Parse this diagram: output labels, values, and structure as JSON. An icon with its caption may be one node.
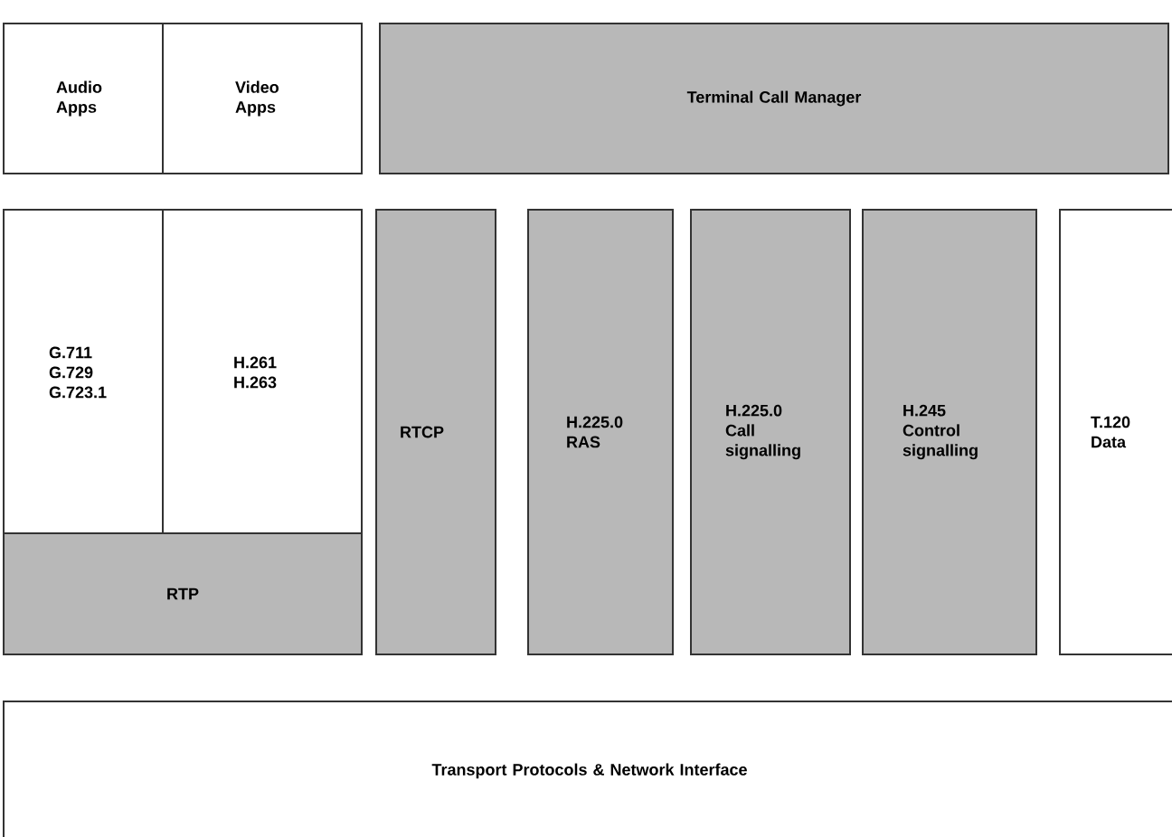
{
  "diagram": {
    "nodes": [
      {
        "text": [
          "Audio Apps"
        ]
      },
      {
        "text": [
          "Video Apps"
        ]
      },
      {
        "text": [
          "Terminal Call Manager"
        ]
      },
      {
        "text": [
          "G.711 G.729 G.723.1"
        ]
      },
      {
        "text": [
          "H.261 H.263"
        ]
      },
      {
        "text": [
          "RTP"
        ]
      },
      {
        "text": [
          "RTCP"
        ]
      },
      {
        "text": [
          "H.225.0 RAS"
        ]
      },
      {
        "text": [
          "H.225.0 Call signalling"
        ]
      },
      {
        "text": [
          "H.245 Control signalling"
        ]
      },
      {
        "text": [
          "T.120 Data"
        ]
      },
      {
        "text": [
          "Transport Protocols & Network Interface"
        ]
      }
    ]
  }
}
